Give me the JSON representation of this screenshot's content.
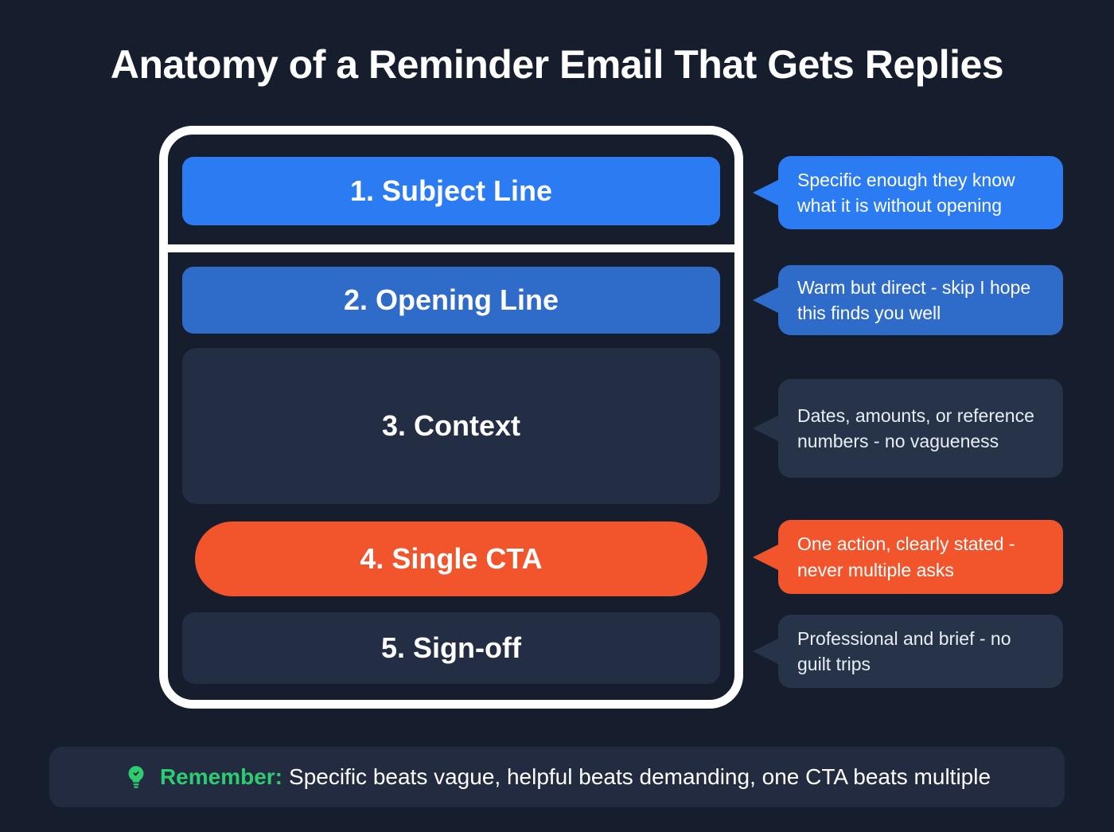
{
  "title": "Anatomy of a Reminder Email That Gets Replies",
  "colors": {
    "background": "#161e2e",
    "bright_blue": "#2b7bf3",
    "medium_blue": "#2f6bc9",
    "dark_panel": "#232d44",
    "callout_dark": "#273349",
    "orange": "#f2552c",
    "green": "#2ecc71",
    "footer_bar": "#222b3f",
    "white": "#ffffff"
  },
  "diagram": {
    "parts": [
      {
        "label": "1. Subject Line",
        "note": "Specific enough they know what it is without opening",
        "color": "#2b7bf3"
      },
      {
        "label": "2. Opening Line",
        "note": "Warm but direct - skip I hope this finds you well",
        "color": "#2f6bc9"
      },
      {
        "label": "3. Context",
        "note": "Dates, amounts, or reference numbers - no vagueness",
        "color": "#232d44"
      },
      {
        "label": "4. Single CTA",
        "note": "One action, clearly stated - never multiple asks",
        "color": "#f2552c"
      },
      {
        "label": "5. Sign-off",
        "note": "Professional and brief - no guilt trips",
        "color": "#232d44"
      }
    ]
  },
  "footer": {
    "icon": "lightbulb-icon",
    "label": "Remember:",
    "text": "Specific beats vague, helpful beats demanding, one CTA beats multiple"
  }
}
